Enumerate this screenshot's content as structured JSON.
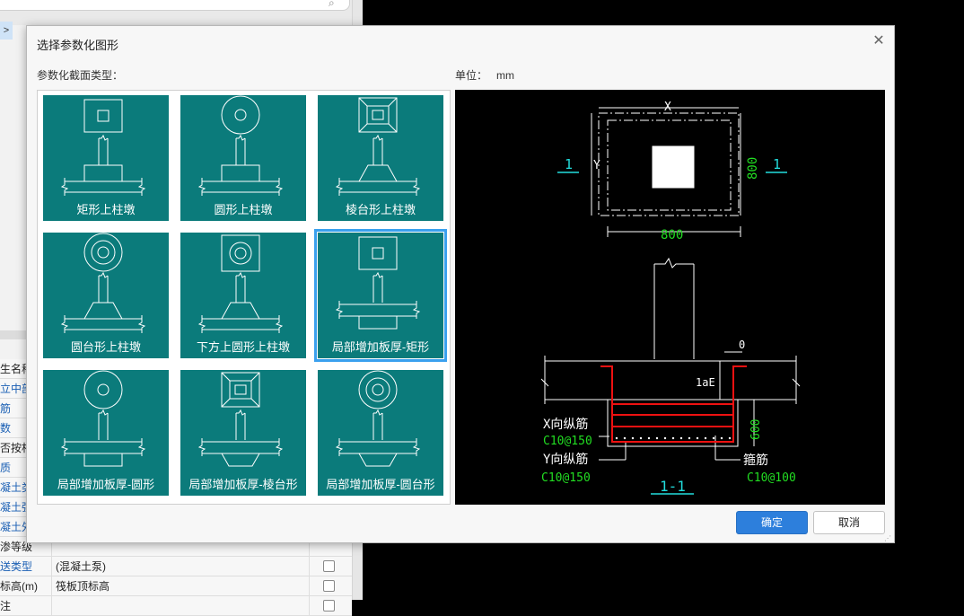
{
  "background_panel": {
    "expand_arrow": ">",
    "rows": [
      {
        "name": "生名称",
        "value": "",
        "blue": false
      },
      {
        "name": "立中部",
        "value": "",
        "blue": true
      },
      {
        "name": "筋",
        "value": "",
        "blue": true
      },
      {
        "name": "数",
        "value": "",
        "blue": true
      },
      {
        "name": "否按相",
        "value": "",
        "blue": false
      },
      {
        "name": "质",
        "value": "",
        "blue": true
      },
      {
        "name": "凝土类",
        "value": "",
        "blue": true
      },
      {
        "name": "凝土强",
        "value": "",
        "blue": true
      },
      {
        "name": "凝土外",
        "value": "",
        "blue": true
      },
      {
        "name": "渗等级",
        "value": "",
        "blue": false
      },
      {
        "name": "送类型",
        "value": "(混凝土泵)",
        "blue": true
      },
      {
        "name": "标高(m)",
        "value": "筏板顶标高",
        "blue": false
      },
      {
        "name": "注",
        "value": "",
        "blue": false
      }
    ]
  },
  "dialog": {
    "title": "选择参数化图形",
    "close_glyph": "✕",
    "section_label": "参数化截面类型：",
    "unit_label": "单位：",
    "unit_value": "mm",
    "ok_label": "确定",
    "cancel_label": "取消",
    "selected_index": 5,
    "tiles": [
      {
        "label": "矩形上柱墩",
        "kind": "rect-top"
      },
      {
        "label": "圆形上柱墩",
        "kind": "circle-top"
      },
      {
        "label": "棱台形上柱墩",
        "kind": "frustum-top"
      },
      {
        "label": "圆台形上柱墩",
        "kind": "cone-top"
      },
      {
        "label": "下方上圆形上柱墩",
        "kind": "square-circle-top"
      },
      {
        "label": "局部增加板厚-矩形",
        "kind": "rect-thick"
      },
      {
        "label": "局部增加板厚-圆形",
        "kind": "circle-thick"
      },
      {
        "label": "局部增加板厚-棱台形",
        "kind": "frustum-thick"
      },
      {
        "label": "局部增加板厚-圆台形",
        "kind": "cone-thick"
      }
    ]
  },
  "preview": {
    "dim_x": "X",
    "dim_y": "Y",
    "section_left": "1",
    "section_right": "1",
    "dim_bottom": "800",
    "dim_right": "800",
    "dim_zero": "0",
    "dim_lae": "1aE",
    "dim_600": "600",
    "x_bar_label": "X向纵筋",
    "x_bar_value": "C10@150",
    "y_bar_label": "Y向纵筋",
    "y_bar_value": "C10@150",
    "stirrup_label": "箍筋",
    "stirrup_value": "C10@100",
    "section_title": "1-1",
    "colors": {
      "green": "#22dd22",
      "cyan": "#22dddd",
      "red": "#ee1111",
      "white": "#ffffff",
      "tile_bg": "#0b7b7b",
      "accent": "#2d7fdc"
    }
  }
}
